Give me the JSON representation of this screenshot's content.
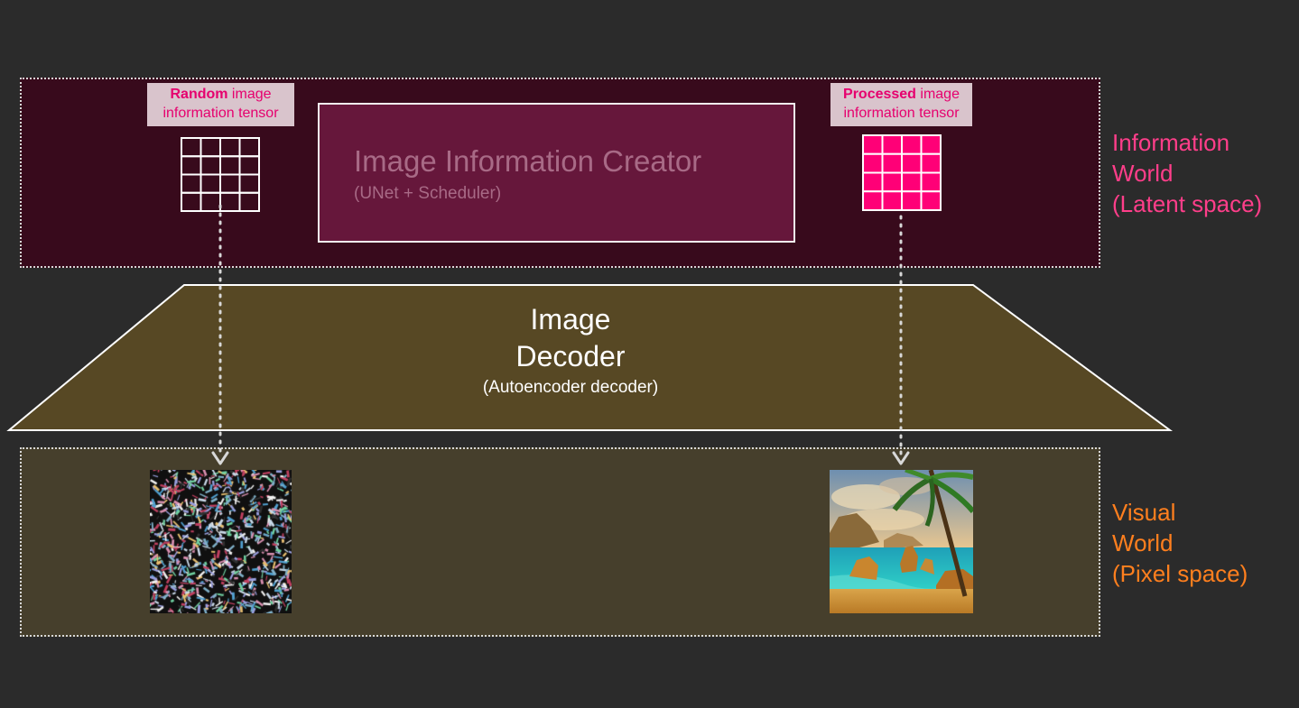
{
  "info_world": {
    "label_lines": [
      "Information",
      "World",
      "(Latent space)"
    ],
    "color": "#ff3e8a"
  },
  "visual_world": {
    "label_lines": [
      "Visual",
      "World",
      "(Pixel space)"
    ],
    "color": "#ff7f1e"
  },
  "random_tensor": {
    "bold": "Random",
    "rest": " image",
    "line2": "information tensor"
  },
  "processed_tensor": {
    "bold": "Processed",
    "rest": " image",
    "line2": "information tensor"
  },
  "creator": {
    "title": "Image Information Creator",
    "subtitle": "(UNet + Scheduler)"
  },
  "decoder": {
    "title_lines": [
      "Image",
      "Decoder"
    ],
    "subtitle": "(Autoencoder decoder)"
  },
  "colors": {
    "background": "#2b2b2b",
    "info_band": "#380a1c",
    "visual_band": "#463f2c",
    "creator_fill": "#66173b",
    "decoder_fill": "#574824",
    "tensor_accent": "#ff0077"
  },
  "icons": {
    "random_tensor": "empty-grid-icon",
    "processed_tensor": "filled-grid-icon",
    "arrows": "dotted-arrow-icon"
  }
}
